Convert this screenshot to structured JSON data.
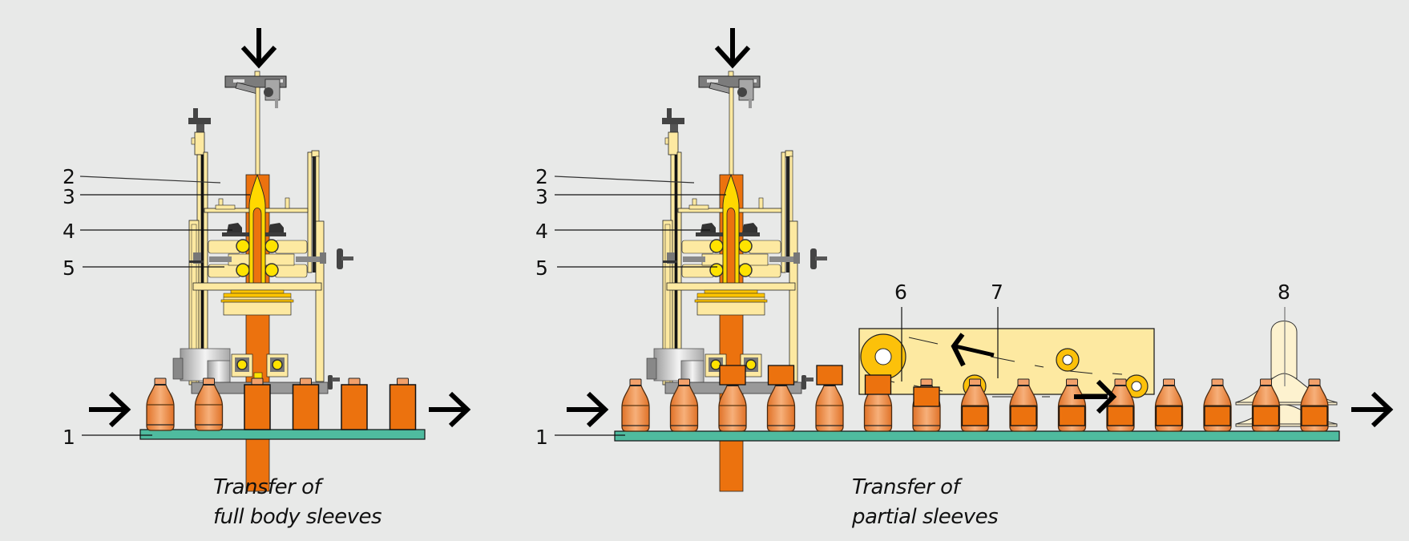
{
  "figure": {
    "panels": [
      {
        "id": "full-body",
        "caption_line1": "Transfer of",
        "caption_line2": "full body sleeves",
        "callouts": [
          {
            "label": "1",
            "part": "conveyor"
          },
          {
            "label": "2",
            "part": "frame"
          },
          {
            "label": "3",
            "part": "mandrel"
          },
          {
            "label": "4",
            "part": "feed-rollers"
          },
          {
            "label": "5",
            "part": "cutting-unit"
          }
        ],
        "bottles": [
          {
            "state": "bare"
          },
          {
            "state": "bare"
          },
          {
            "state": "full-sleeve"
          },
          {
            "state": "full-sleeve"
          },
          {
            "state": "full-sleeve"
          },
          {
            "state": "full-sleeve"
          }
        ]
      },
      {
        "id": "partial",
        "caption_line1": "Transfer of",
        "caption_line2": "partial sleeves",
        "callouts": [
          {
            "label": "1",
            "part": "conveyor"
          },
          {
            "label": "2",
            "part": "frame"
          },
          {
            "label": "3",
            "part": "mandrel"
          },
          {
            "label": "4",
            "part": "feed-rollers"
          },
          {
            "label": "5",
            "part": "cutting-unit"
          },
          {
            "label": "6",
            "part": "belt-roller"
          },
          {
            "label": "7",
            "part": "positioning-belt"
          },
          {
            "label": "8",
            "part": "steam-tunnel"
          }
        ],
        "bottles": [
          {
            "state": "bare"
          },
          {
            "state": "bare"
          },
          {
            "state": "sleeve-high"
          },
          {
            "state": "sleeve-high"
          },
          {
            "state": "sleeve-high"
          },
          {
            "state": "sleeve-mid"
          },
          {
            "state": "sleeve-lower"
          },
          {
            "state": "partial-sleeve"
          },
          {
            "state": "partial-sleeve"
          },
          {
            "state": "partial-sleeve"
          },
          {
            "state": "partial-sleeve"
          },
          {
            "state": "partial-sleeve"
          },
          {
            "state": "partial-sleeve"
          },
          {
            "state": "partial-sleeve"
          },
          {
            "state": "partial-sleeve"
          }
        ]
      }
    ],
    "colors": {
      "background": "#e8e9e8",
      "sleeve": "#ec720e",
      "bottle": "#f0944f",
      "frame": "#fde9a1",
      "mandrel": "#ffd800",
      "roller": "#fcc10a",
      "conveyor": "#4fbb9f",
      "metal": "#808080",
      "steam": "#fdf2cf"
    }
  }
}
